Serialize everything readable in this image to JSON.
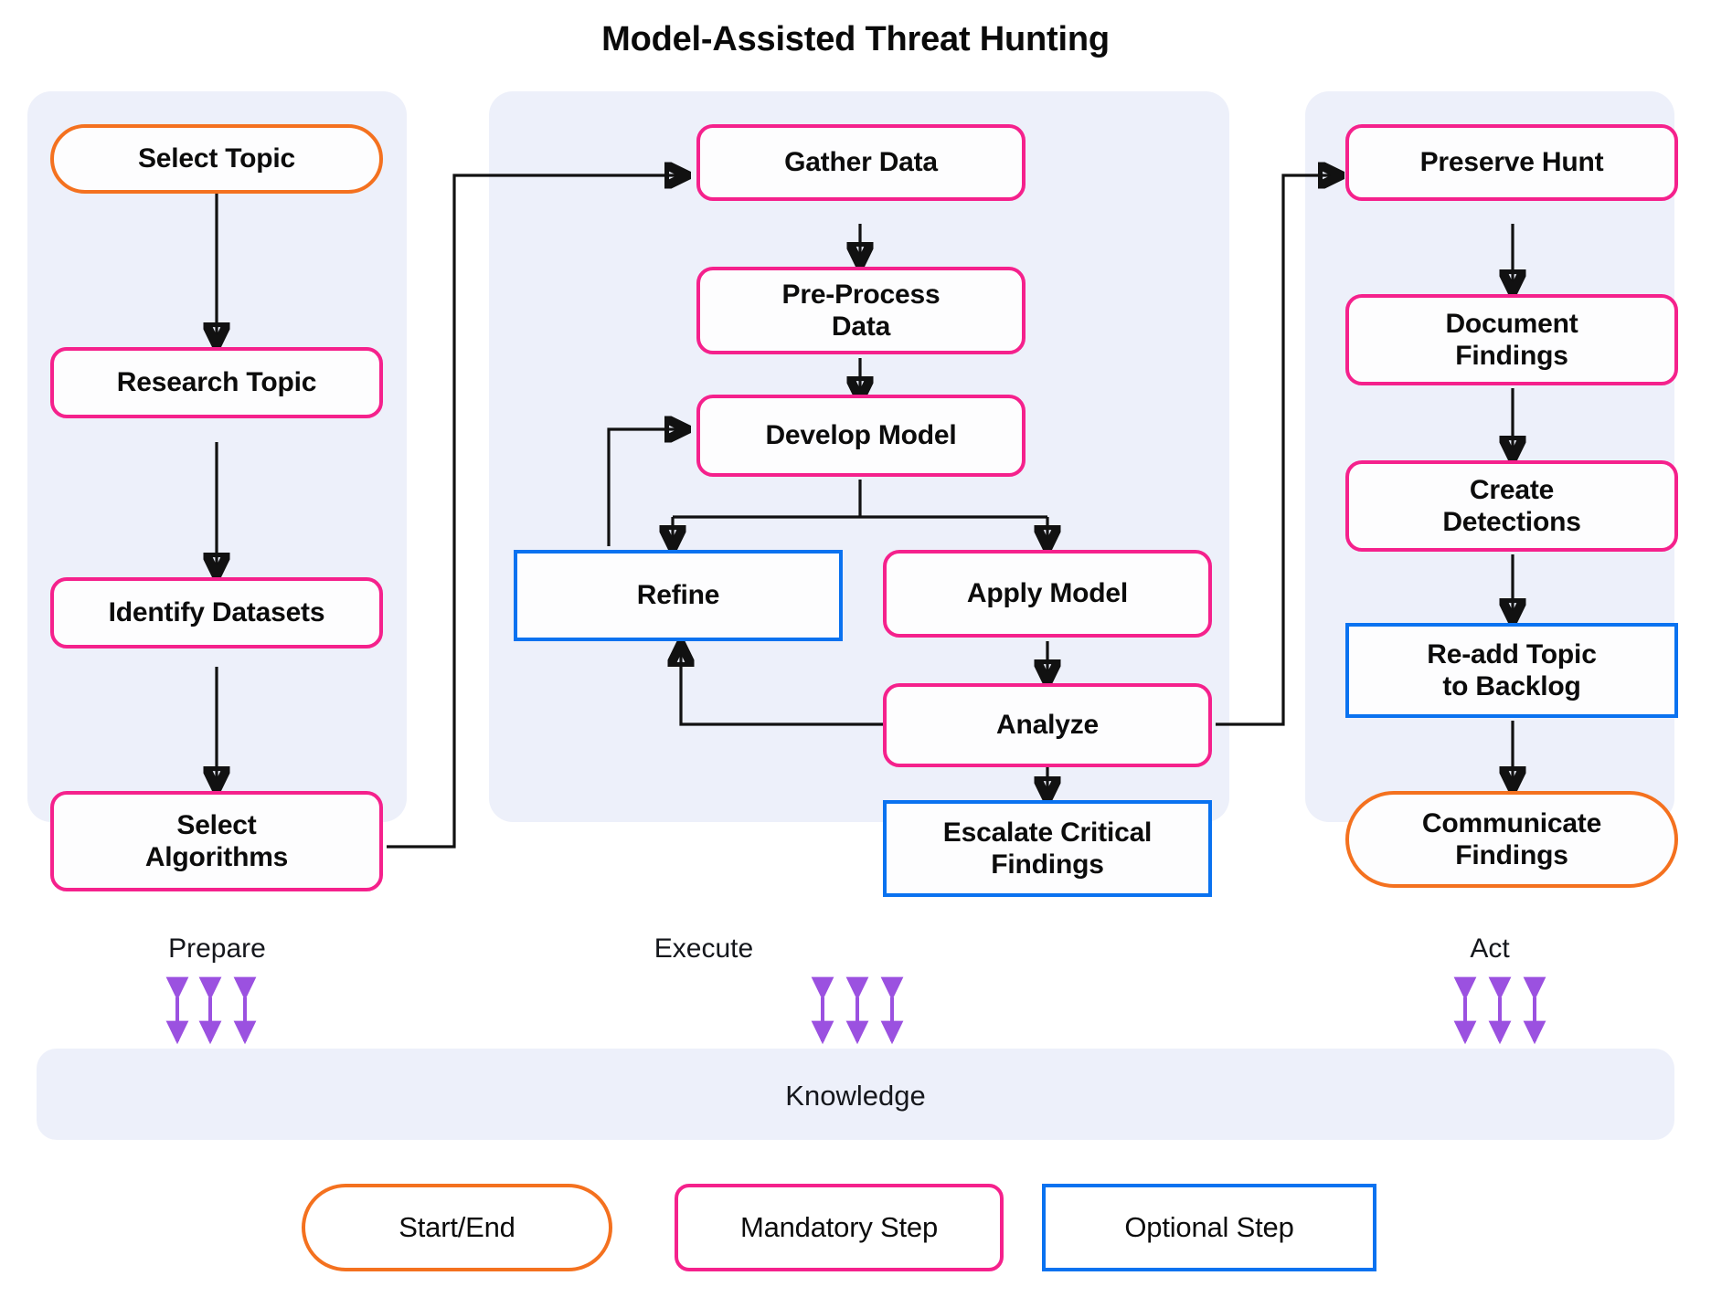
{
  "title": "Model-Assisted Threat Hunting",
  "colors": {
    "start_end": "#f4711f",
    "mandatory": "#f5218c",
    "optional": "#0a72f0",
    "panel_bg": "#edf0fa",
    "knowledge_arrow": "#9b51e0",
    "connector": "#111111",
    "page_bg": "#ffffff"
  },
  "lanes": [
    {
      "id": "prepare",
      "label": "Prepare"
    },
    {
      "id": "execute",
      "label": "Execute"
    },
    {
      "id": "act",
      "label": "Act"
    }
  ],
  "knowledge": {
    "label": "Knowledge"
  },
  "nodes": {
    "select_topic": {
      "label": "Select Topic",
      "type": "start-end",
      "lane": "prepare"
    },
    "research_topic": {
      "label": "Research Topic",
      "type": "mandatory",
      "lane": "prepare"
    },
    "identify_datasets": {
      "label": "Identify Datasets",
      "type": "mandatory",
      "lane": "prepare"
    },
    "select_algorithms": {
      "label": "Select\nAlgorithms",
      "type": "mandatory",
      "lane": "prepare"
    },
    "gather_data": {
      "label": "Gather Data",
      "type": "mandatory",
      "lane": "execute"
    },
    "pre_process_data": {
      "label": "Pre-Process\nData",
      "type": "mandatory",
      "lane": "execute"
    },
    "develop_model": {
      "label": "Develop Model",
      "type": "mandatory",
      "lane": "execute"
    },
    "refine": {
      "label": "Refine",
      "type": "optional",
      "lane": "execute"
    },
    "apply_model": {
      "label": "Apply Model",
      "type": "mandatory",
      "lane": "execute"
    },
    "analyze": {
      "label": "Analyze",
      "type": "mandatory",
      "lane": "execute"
    },
    "escalate": {
      "label": "Escalate Critical\nFindings",
      "type": "optional",
      "lane": "execute"
    },
    "preserve_hunt": {
      "label": "Preserve Hunt",
      "type": "mandatory",
      "lane": "act"
    },
    "document_findings": {
      "label": "Document\nFindings",
      "type": "mandatory",
      "lane": "act"
    },
    "create_detections": {
      "label": "Create\nDetections",
      "type": "mandatory",
      "lane": "act"
    },
    "readd_topic": {
      "label": "Re-add Topic\nto Backlog",
      "type": "optional",
      "lane": "act"
    },
    "communicate": {
      "label": "Communicate\nFindings",
      "type": "start-end",
      "lane": "act"
    }
  },
  "edges": [
    {
      "from": "select_topic",
      "to": "research_topic"
    },
    {
      "from": "research_topic",
      "to": "identify_datasets"
    },
    {
      "from": "identify_datasets",
      "to": "select_algorithms"
    },
    {
      "from": "select_algorithms",
      "to": "gather_data"
    },
    {
      "from": "gather_data",
      "to": "pre_process_data"
    },
    {
      "from": "pre_process_data",
      "to": "develop_model"
    },
    {
      "from": "develop_model",
      "to": "refine"
    },
    {
      "from": "develop_model",
      "to": "apply_model"
    },
    {
      "from": "refine",
      "to": "develop_model"
    },
    {
      "from": "apply_model",
      "to": "analyze"
    },
    {
      "from": "analyze",
      "to": "refine"
    },
    {
      "from": "analyze",
      "to": "escalate"
    },
    {
      "from": "analyze",
      "to": "preserve_hunt"
    },
    {
      "from": "preserve_hunt",
      "to": "document_findings"
    },
    {
      "from": "document_findings",
      "to": "create_detections"
    },
    {
      "from": "create_detections",
      "to": "readd_topic"
    },
    {
      "from": "readd_topic",
      "to": "communicate"
    }
  ],
  "legend": [
    {
      "id": "start-end",
      "label": "Start/End"
    },
    {
      "id": "mandatory",
      "label": "Mandatory Step"
    },
    {
      "id": "optional",
      "label": "Optional Step"
    }
  ]
}
